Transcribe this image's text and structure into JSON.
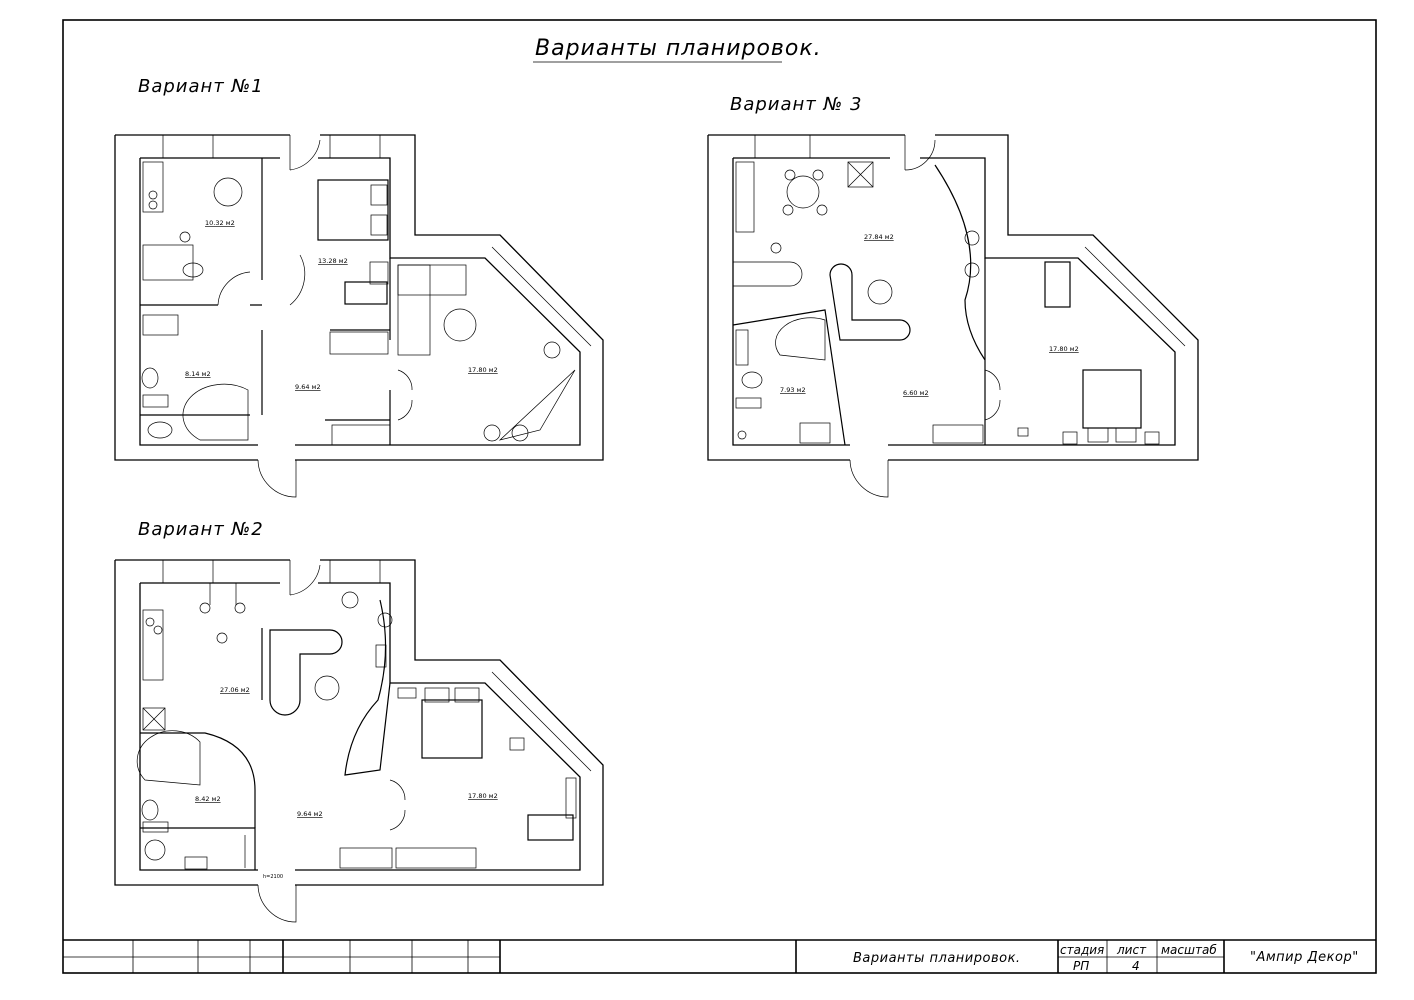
{
  "sheet": {
    "title": "Варианты планировок."
  },
  "variants": [
    {
      "label": "Вариант №1",
      "areas": [
        "10.32 м2",
        "13.28 м2",
        "8.14 м2",
        "9.64 м2",
        "17.80 м2"
      ]
    },
    {
      "label": "Вариант №2",
      "areas": [
        "27.06 м2",
        "8.42 м2",
        "9.64 м2",
        "17.80 м2"
      ],
      "door_note": "h=2100"
    },
    {
      "label": "Вариант № 3",
      "areas": [
        "27.84 м2",
        "7.93 м2",
        "6.60 м2",
        "17.80 м2"
      ]
    }
  ],
  "title_block": {
    "sheet_name": "Варианты планировок.",
    "stage_header": "стадия",
    "sheet_header": "лист",
    "scale_header": "масштаб",
    "stage_value": "РП",
    "sheet_value": "4",
    "company": "\"Ампир Декор\""
  }
}
